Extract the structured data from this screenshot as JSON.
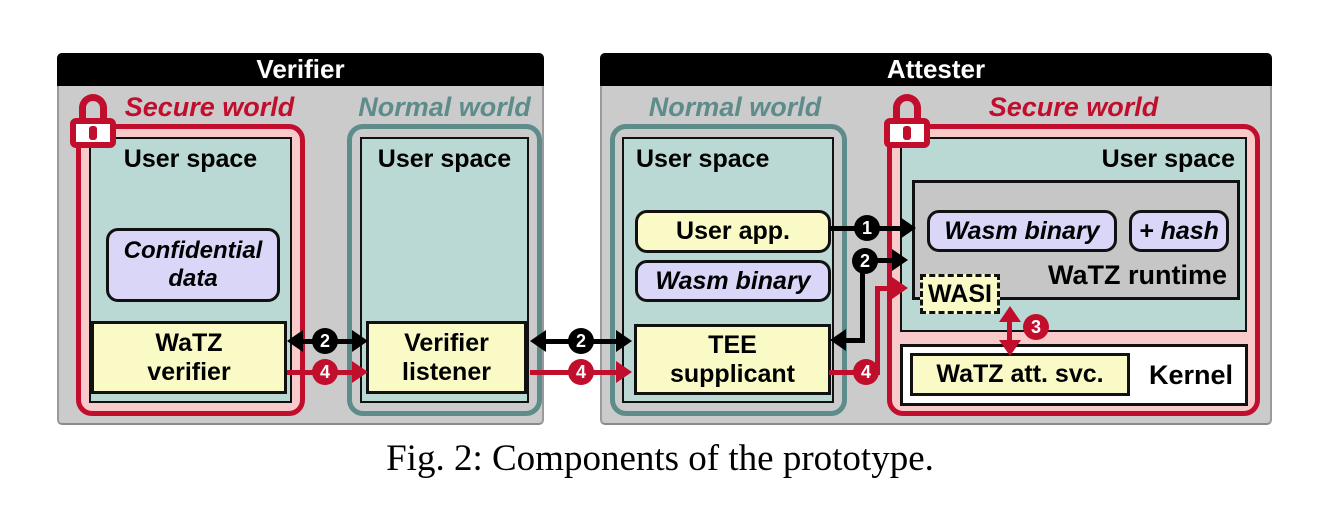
{
  "caption": "Fig. 2: Components of the prototype.",
  "badges": {
    "b1": "1",
    "b2": "2",
    "b3": "3",
    "b4": "4"
  },
  "verifier": {
    "title": "Verifier",
    "secure_world": {
      "label": "Secure world",
      "user_space": {
        "title": "User space",
        "confidential_data": "Confidential\ndata",
        "watz_verifier": "WaTZ\nverifier"
      }
    },
    "normal_world": {
      "label": "Normal world",
      "user_space": {
        "title": "User space",
        "verifier_listener": "Verifier\nlistener"
      }
    }
  },
  "attester": {
    "title": "Attester",
    "normal_world": {
      "label": "Normal world",
      "user_space": {
        "title": "User space",
        "user_app": "User app.",
        "wasm_binary": "Wasm binary",
        "tee_supplicant": "TEE\nsupplicant"
      }
    },
    "secure_world": {
      "label": "Secure world",
      "user_space": {
        "title": "User space",
        "watz_runtime": {
          "label": "WaTZ runtime",
          "wasm_binary": "Wasm binary",
          "hash": "+ hash",
          "wasi": "WASI"
        }
      },
      "kernel": {
        "label": "Kernel",
        "watz_att_svc": "WaTZ att. svc."
      }
    }
  },
  "colors": {
    "crimson": "#c10e2d",
    "teal": "#5d8c8b",
    "pink": "#f8caca",
    "light_teal": "#bad9d5",
    "lavender": "#d9d6f7",
    "yellow": "#fafac6",
    "panel_gray": "#cbcbcb",
    "box_gray": "#c6c6c6"
  }
}
